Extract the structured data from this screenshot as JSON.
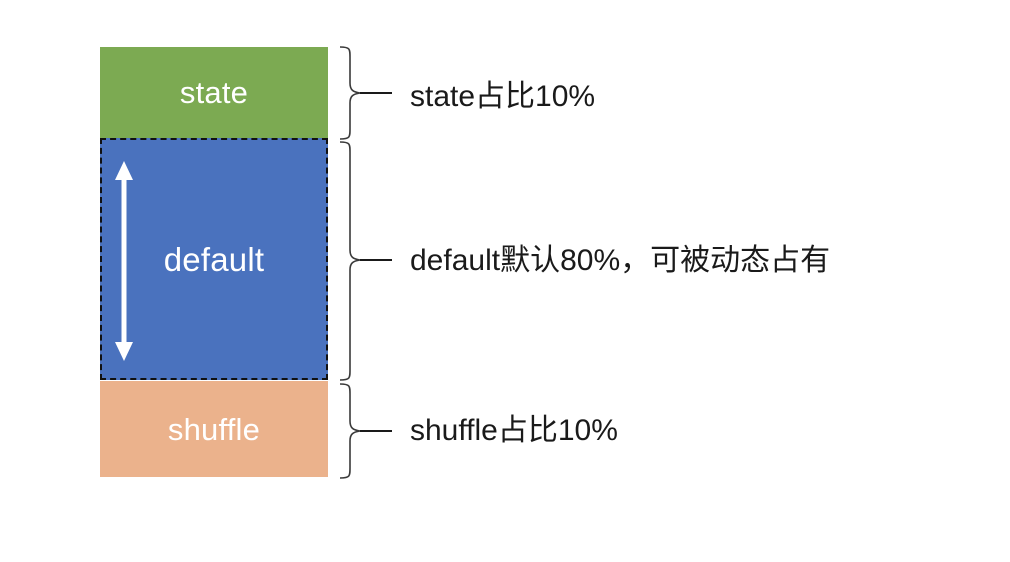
{
  "diagram": {
    "title": "Memory region allocation bar",
    "background_color": "#ffffff"
  },
  "bar": {
    "blocks": [
      {
        "key": "state",
        "label": "state",
        "fill_color": "#7caa52",
        "text_color": "#ffffff",
        "border_style": "none",
        "share_percent": 10
      },
      {
        "key": "default",
        "label": "default",
        "fill_color": "#4a72be",
        "text_color": "#ffffff",
        "border_style": "dashed",
        "border_color": "#111111",
        "share_percent": 80,
        "arrow": {
          "name": "double-headed-vertical-arrow",
          "color": "#ffffff"
        }
      },
      {
        "key": "shuffle",
        "label": "shuffle",
        "fill_color": "#ebb28c",
        "text_color": "#ffffff",
        "border_style": "none",
        "share_percent": 10
      }
    ]
  },
  "annotations": [
    {
      "key": "state",
      "text": "state占比10%",
      "brace_name": "brace-state"
    },
    {
      "key": "default",
      "text": "default默认80%，可被动态占有",
      "brace_name": "brace-default"
    },
    {
      "key": "shuffle",
      "text": "shuffle占比10%",
      "brace_name": "brace-shuffle"
    }
  ],
  "chart_data": {
    "type": "bar",
    "orientation": "vertical-stacked",
    "title": "",
    "categories": [
      "state",
      "default",
      "shuffle"
    ],
    "values": [
      10,
      80,
      10
    ],
    "unit": "%",
    "ylim": [
      0,
      100
    ],
    "colors": [
      "#7caa52",
      "#4a72be",
      "#ebb28c"
    ],
    "annotations": [
      "state占比10%",
      "default默认80%，可被动态占有",
      "shuffle占比10%"
    ]
  }
}
